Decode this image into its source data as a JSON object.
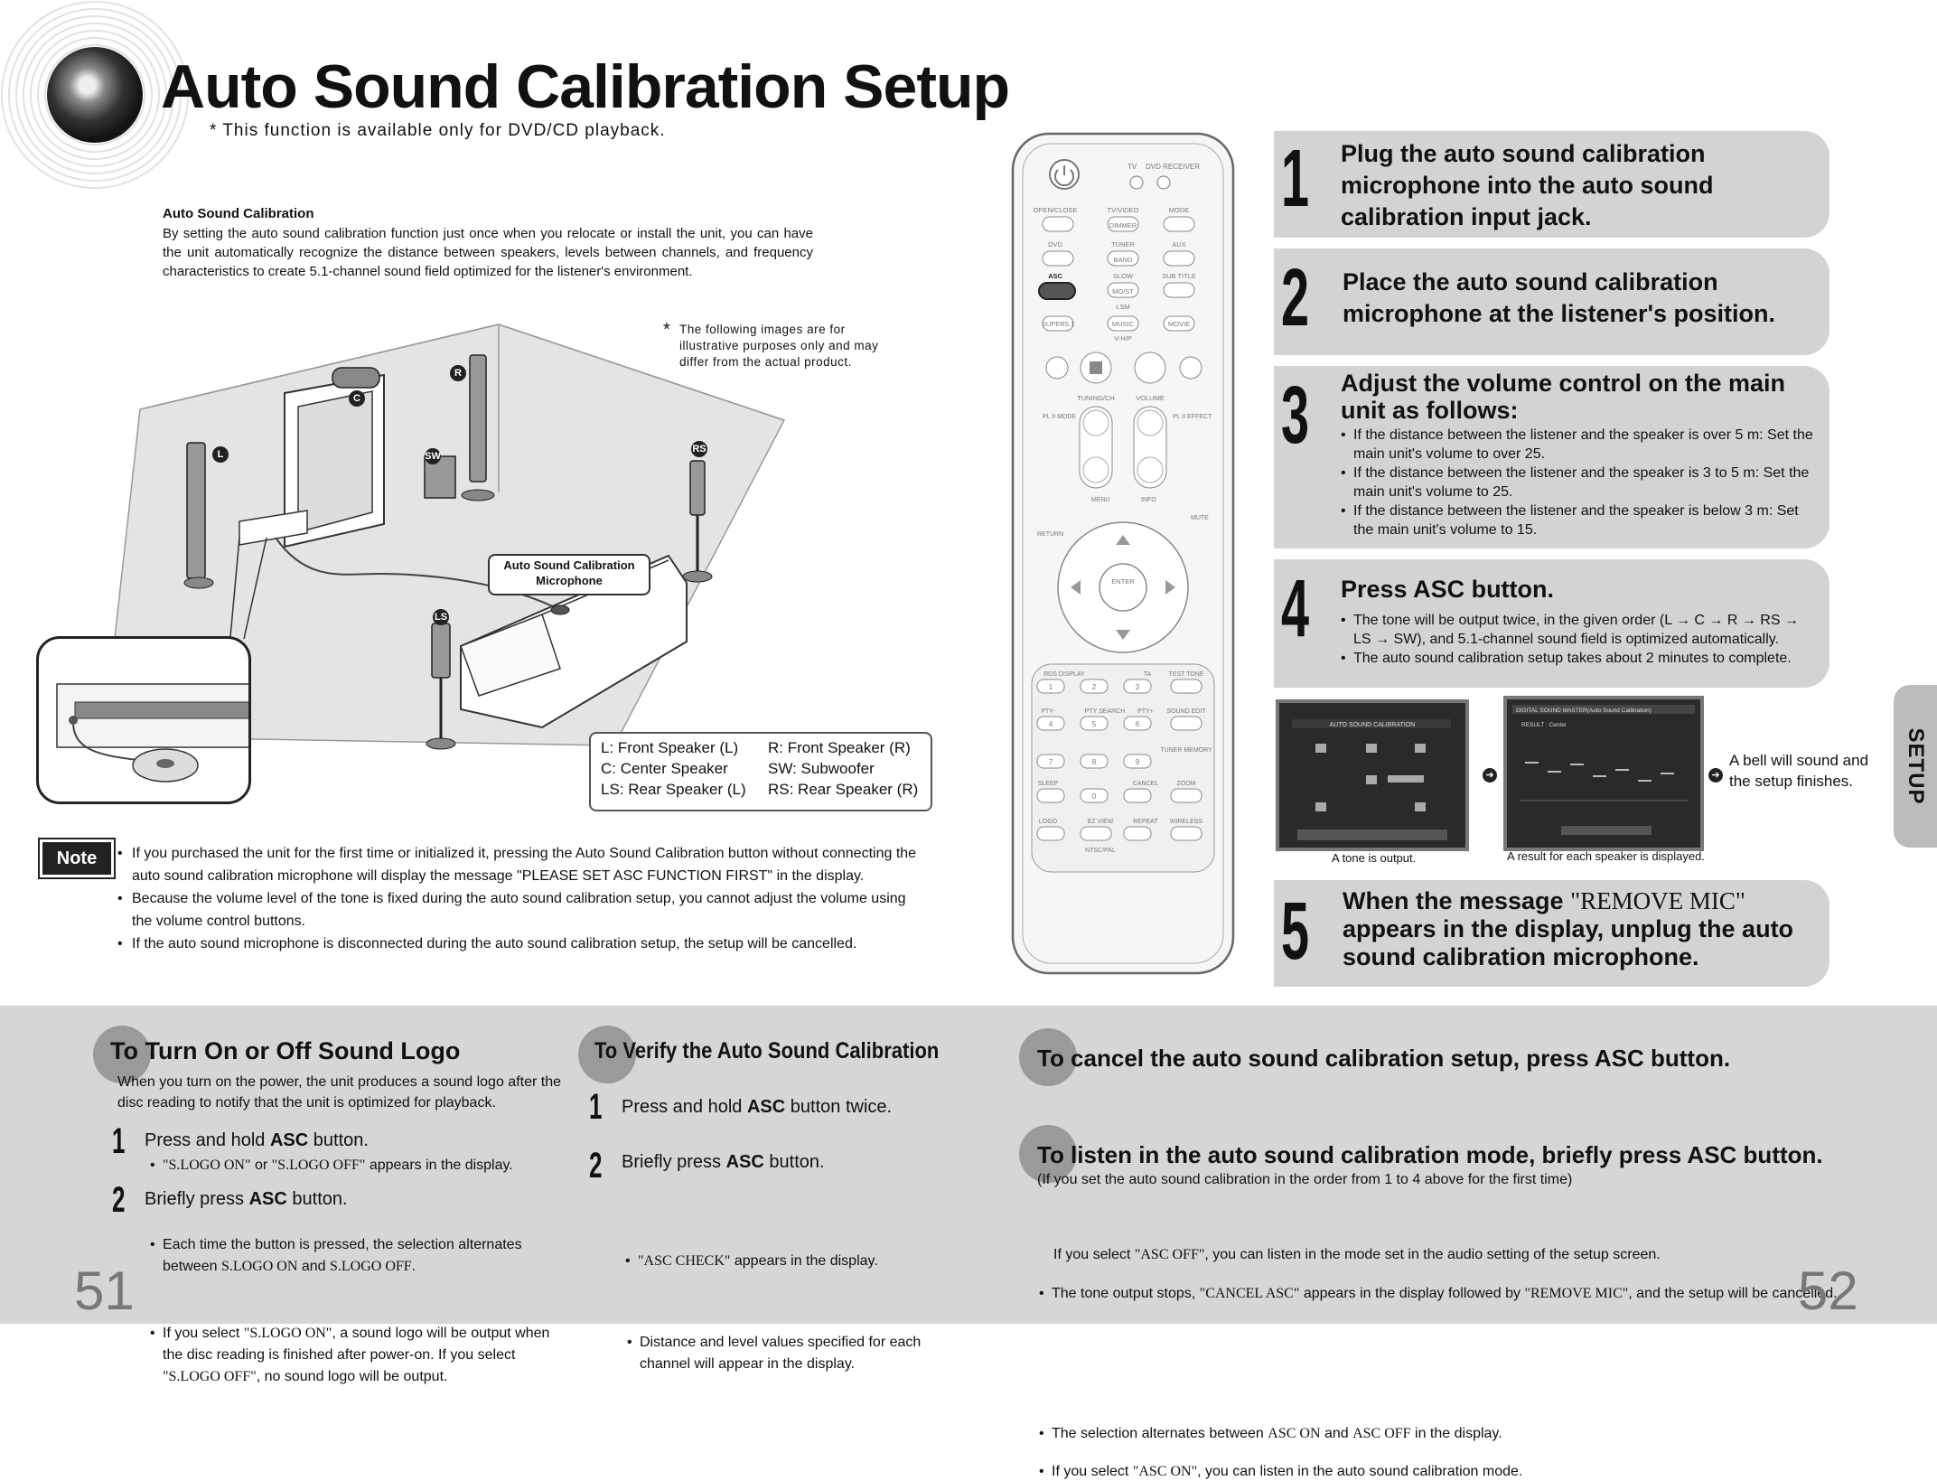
{
  "header": {
    "title": "Auto Sound Calibration Setup",
    "subtitle": "* This function is available only for DVD/CD playback."
  },
  "intro": {
    "heading": "Auto Sound Calibration",
    "text": "By setting the auto sound calibration function just once when you relocate or install the unit, you can have the unit automatically recognize the distance between speakers, levels between channels, and frequency characteristics to create 5.1-channel sound field optimized for the listener's environment."
  },
  "image_note": {
    "star": "*",
    "text": "The following images are for illustrative purposes only and may differ from the actual product."
  },
  "diagram": {
    "mic_label": "Auto Sound Calibration Microphone",
    "badges": {
      "l": "L",
      "c": "C",
      "r": "R",
      "sw": "SW",
      "rs": "RS",
      "ls": "LS"
    },
    "legend": [
      "L: Front Speaker (L)",
      "R: Front Speaker (R)",
      "C: Center Speaker",
      "SW: Subwoofer",
      "LS: Rear Speaker (L)",
      "RS: Rear Speaker (R)"
    ]
  },
  "note": {
    "label": "Note",
    "items": [
      "If you purchased the unit for the first time or initialized it, pressing the Auto Sound Calibration button without connecting the auto sound calibration microphone will display the message \"PLEASE SET ASC FUNCTION FIRST\" in the display.",
      "Because the volume level of the tone is fixed during the auto sound calibration setup, you cannot adjust the volume using the volume control buttons.",
      "If the auto sound microphone is disconnected during the auto sound calibration setup, the setup will be cancelled."
    ]
  },
  "remote": {
    "labels": {
      "tv": "TV",
      "dvd_receiver": "DVD RECEIVER",
      "open_close": "OPEN/CLOSE",
      "tv_video": "TV/VIDEO",
      "mode": "MODE",
      "dimmer": "DIMMER",
      "dvd": "DVD",
      "tuner": "TUNER",
      "band": "BAND",
      "aux": "AUX",
      "asc": "ASC",
      "slow": "SLOW",
      "mo_st": "MO/ST",
      "sub_title": "SUB TITLE",
      "lsm": "LSM",
      "super51": "SUPER5.1",
      "music": "MUSIC",
      "movie": "MOVIE",
      "vhp": "V-H/P",
      "tuning_ch": "TUNING/CH",
      "volume": "VOLUME",
      "pl2_mode": "PL II MODE",
      "pl2_effect": "PL II EFFECT",
      "menu": "MENU",
      "info": "INFO",
      "return": "RETURN",
      "mute": "MUTE",
      "enter": "ENTER",
      "rds_display": "RDS DISPLAY",
      "ta": "TA",
      "test_tone": "TEST TONE",
      "pty_minus": "PTY-",
      "pty_search": "PTY SEARCH",
      "pty_plus": "PTY+",
      "sound_edit": "SOUND EDIT",
      "tuner_memory": "TUNER MEMORY",
      "sleep": "SLEEP",
      "cancel": "CANCEL",
      "zoom": "ZOOM",
      "logo": "LOGO",
      "ez_view": "EZ VIEW",
      "repeat": "REPEAT",
      "wireless": "WIRELESS",
      "ntsc_pal": "NTSC/PAL",
      "digits": [
        "1",
        "2",
        "3",
        "4",
        "5",
        "6",
        "7",
        "8",
        "9",
        "0"
      ]
    }
  },
  "steps": [
    {
      "num": "1",
      "heading": "Plug the auto sound calibration microphone into the auto sound calibration input jack."
    },
    {
      "num": "2",
      "heading": "Place the auto sound calibration microphone at the listener's position."
    },
    {
      "num": "3",
      "heading": "Adjust the volume control on the main unit as follows:",
      "bullets": [
        "If the distance between the listener and the speaker is over 5 m: Set the main unit's volume to over 25.",
        "If the distance between the listener and the speaker is 3 to 5 m: Set the main unit's volume to 25.",
        "If the distance between the listener and the speaker is below 3 m: Set the main unit's volume to 15."
      ]
    },
    {
      "num": "4",
      "heading": "Press ASC button.",
      "bullets": [
        "The tone will be output twice, in the given order (L → C → R → RS → LS → SW), and 5.1-channel sound field is optimized automatically.",
        "The auto sound calibration setup takes about 2 minutes to complete."
      ]
    },
    {
      "num": "5",
      "heading_pre": "When the message ",
      "heading_msg": "\"REMOVE MIC\"",
      "heading_post": " appears in the display, unplug the auto sound calibration microphone."
    }
  ],
  "screens": {
    "screen1_title": "AUTO SOUND CALIBRATION",
    "screen2_title": "DIGITAL SOUND MASTER(Auto Sound Calibration)",
    "screen2_result": "RESULT : Center",
    "caption1": "A tone is output.",
    "caption2": "A result for each speaker is displayed.",
    "bell": "A bell will sound and the setup finishes."
  },
  "side_tab": "SETUP",
  "bottom": {
    "logo": {
      "heading": "To Turn On or Off Sound Logo",
      "text": "When you turn on the power, the unit produces a sound logo after the disc reading to notify that the unit is optimized for playback.",
      "step1": {
        "num": "1",
        "pre": "Press and hold ",
        "key": "ASC",
        "post": " button.",
        "note_a": "\"S.LOGO ON\"",
        "note_or": " or ",
        "note_b": "\"S.LOGO OFF\"",
        "note_end": " appears in the display."
      },
      "step2": {
        "num": "2",
        "pre": "Briefly press ",
        "key": "ASC",
        "post": " button.",
        "b1_pre": "Each time the button is pressed, the selection alternates between ",
        "b1_a": "S.LOGO ON",
        "b1_and": " and ",
        "b1_b": "S.LOGO OFF",
        "b1_end": ".",
        "b2_pre": "If you select ",
        "b2_a": "\"S.LOGO ON\"",
        "b2_mid": ", a sound logo will be output when the disc reading is finished after power-on. If you select ",
        "b2_b": "\"S.LOGO OFF\"",
        "b2_end": ", no sound logo will be output."
      }
    },
    "verify": {
      "heading": "To Verify the Auto Sound Calibration",
      "step1": {
        "num": "1",
        "pre": "Press and hold ",
        "key": "ASC",
        "post": " button twice.",
        "note_msg": "\"ASC CHECK\"",
        "note_end": " appears in the display."
      },
      "step2": {
        "num": "2",
        "pre": "Briefly press ",
        "key": "ASC",
        "post": " button.",
        "note": "Distance and level values specified for each channel will appear in the display."
      }
    },
    "cancel": {
      "heading": "To cancel the auto sound calibration setup, press ASC button.",
      "b_pre": "The tone output stops, ",
      "b_msg1": "\"CANCEL ASC\"",
      "b_mid": " appears in the display followed by ",
      "b_msg2": "\"REMOVE MIC\"",
      "b_end": ", and the setup will be cancelled."
    },
    "listen": {
      "heading": "To listen in the auto sound calibration mode, briefly press ASC button.",
      "sub": "(If you set the auto sound calibration in the order from 1 to 4 above for the first time)",
      "b1_pre": "The selection alternates between ",
      "b1_a": "ASC ON",
      "b1_and": " and ",
      "b1_b": "ASC OFF",
      "b1_end": " in the display.",
      "b2_pre": "If you select ",
      "b2_a": "\"ASC ON\"",
      "b2_end": ", you can listen in the auto sound calibration mode.",
      "b3_pre": "If you select ",
      "b3_a": "\"ASC OFF\"",
      "b3_end": ", you can listen in the mode set in the audio setting of the setup screen."
    },
    "page_left": "51",
    "page_right": "52"
  }
}
